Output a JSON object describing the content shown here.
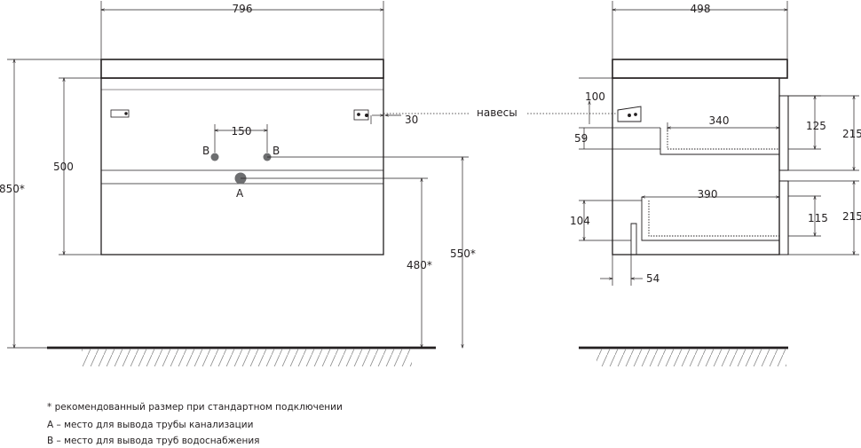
{
  "dimensions": {
    "front_width": "796",
    "side_depth": "498",
    "front_height": "500",
    "total_height": "850*",
    "water_spacing": "150",
    "bracket_offset": "30",
    "waste_height": "480*",
    "water_height": "550*",
    "bracket_label": "навесы",
    "bracket_drop": "100",
    "top_drawer_gap": "59",
    "top_drawer_depth": "340",
    "top_drawer_inner": "125",
    "top_drawer_front": "215",
    "bottom_drawer_depth": "390",
    "bottom_drawer_cutout": "104",
    "bottom_drawer_inner": "115",
    "bottom_drawer_front": "215",
    "back_gap": "54"
  },
  "markers": {
    "water": "B",
    "waste": "A"
  },
  "notes": [
    "* рекомендованный размер при стандартном подключении",
    "A – место для вывода трубы канализации",
    "B – место для вывода труб водоснабжения"
  ]
}
